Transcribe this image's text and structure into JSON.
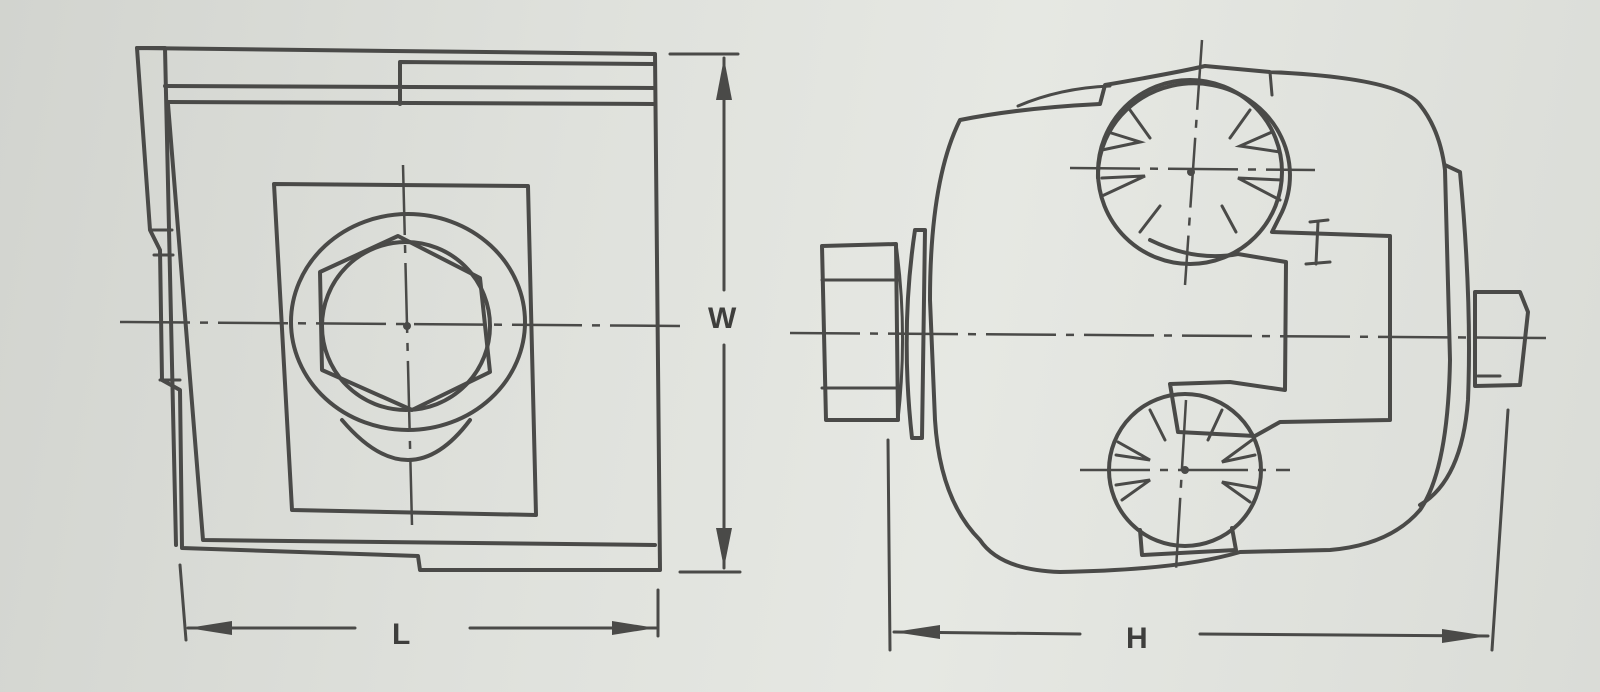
{
  "dimensions": {
    "width_label": "W",
    "length_label": "L",
    "height_label": "H"
  },
  "colors": {
    "line": "#4a4a48",
    "background": "#dfe1dc"
  }
}
